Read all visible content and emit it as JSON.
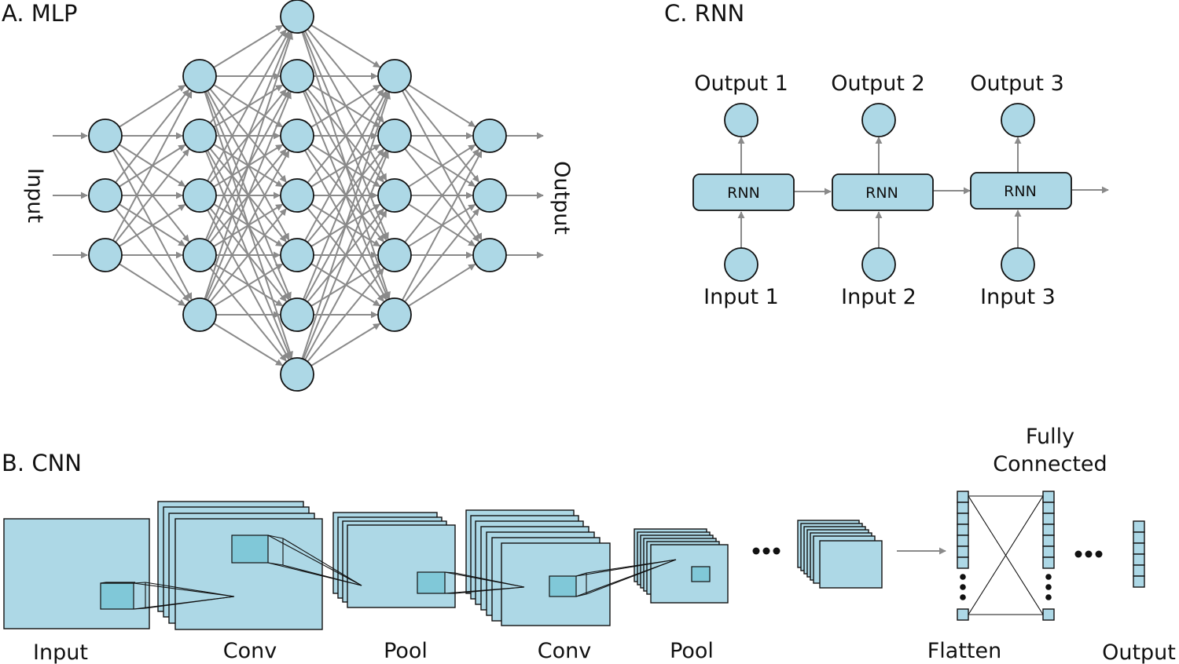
{
  "colors": {
    "node_fill": "#add8e6",
    "kernel_fill": "#80c8d8",
    "stroke": "#111111",
    "arrow": "#8a8a8a"
  },
  "mlp": {
    "title": "A. MLP",
    "input_label": "Input",
    "output_label": "Output",
    "layer_sizes": [
      3,
      5,
      7,
      5,
      3
    ]
  },
  "cnn": {
    "title": "B. CNN",
    "labels": {
      "input": "Input",
      "conv1": "Conv",
      "pool1": "Pool",
      "conv2": "Conv",
      "pool2": "Pool",
      "fully_connected_line1": "Fully",
      "fully_connected_line2": "Connected",
      "flatten": "Flatten",
      "output": "Output"
    }
  },
  "rnn": {
    "title": "C. RNN",
    "cell_label": "RNN",
    "steps": [
      {
        "output": "Output 1",
        "input": "Input 1"
      },
      {
        "output": "Output 2",
        "input": "Input 2"
      },
      {
        "output": "Output 3",
        "input": "Input 3"
      }
    ]
  }
}
